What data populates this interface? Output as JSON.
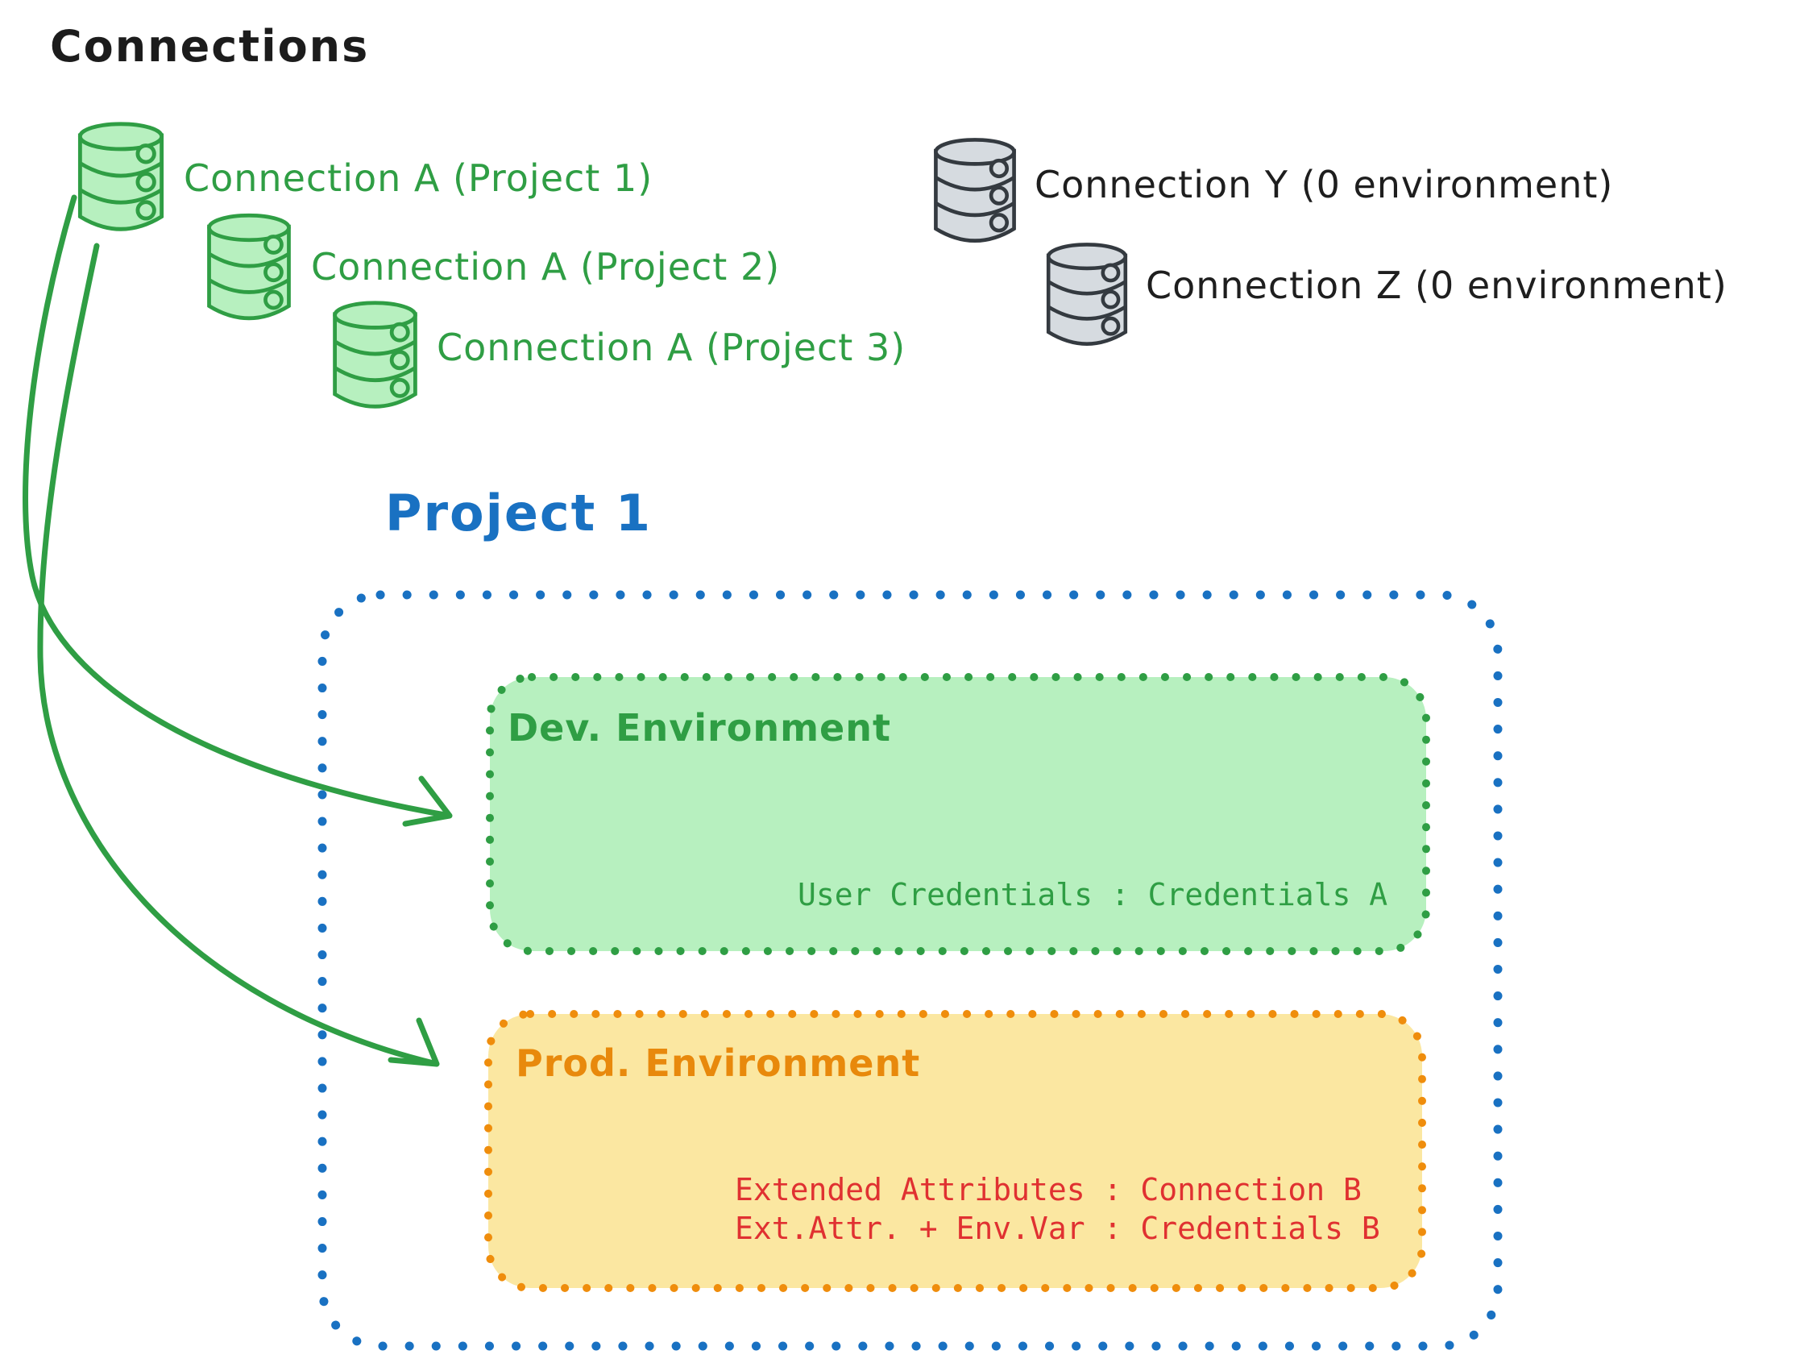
{
  "palette": {
    "ink": "#1e1e1e",
    "green": "#2f9e44",
    "green_fill": "#b7f0bf",
    "blue": "#1971c2",
    "orange": "#ef8d0c",
    "orange_fill": "#fbe7a1",
    "red": "#e03131",
    "gray_stroke": "#343a40",
    "gray_fill": "#d6dbe0"
  },
  "title": "Connections",
  "connection_list": {
    "project_connections": [
      {
        "icon": "database-icon",
        "label": "Connection A (Project 1)"
      },
      {
        "icon": "database-icon",
        "label": "Connection A (Project 2)"
      },
      {
        "icon": "database-icon",
        "label": "Connection A (Project 3)"
      }
    ],
    "unassigned_connections": [
      {
        "icon": "database-icon",
        "label": "Connection Y (0 environment)"
      },
      {
        "icon": "database-icon",
        "label": "Connection Z (0 environment)"
      }
    ]
  },
  "project": {
    "title": "Project 1",
    "dev_environment": {
      "title": "Dev. Environment",
      "mappings": [
        "User Credentials : Credentials A"
      ]
    },
    "prod_environment": {
      "title": "Prod. Environment",
      "mappings": [
        "Extended Attributes : Connection B",
        "Ext.Attr. + Env.Var : Credentials B"
      ]
    }
  }
}
